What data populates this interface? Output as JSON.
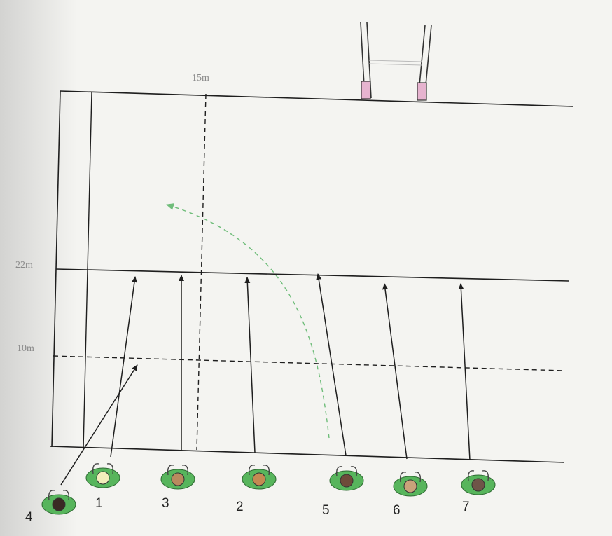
{
  "labels": {
    "fifteen_m": "15m",
    "twenty_two_m": "22m",
    "ten_m": "10m"
  },
  "players": [
    {
      "number": "4",
      "head_color": "#3a2a24"
    },
    {
      "number": "1",
      "head_color": "#f3eebb"
    },
    {
      "number": "3",
      "head_color": "#b98a5e"
    },
    {
      "number": "2",
      "head_color": "#c48a52"
    },
    {
      "number": "5",
      "head_color": "#6e4a3a"
    },
    {
      "number": "6",
      "head_color": "#c9a27a"
    },
    {
      "number": "7",
      "head_color": "#6f5448"
    }
  ],
  "colors": {
    "line": "#1e1e1e",
    "post": "#e6b3cf",
    "shirt": "#57b55c",
    "ball_path": "#6fbd7a"
  }
}
